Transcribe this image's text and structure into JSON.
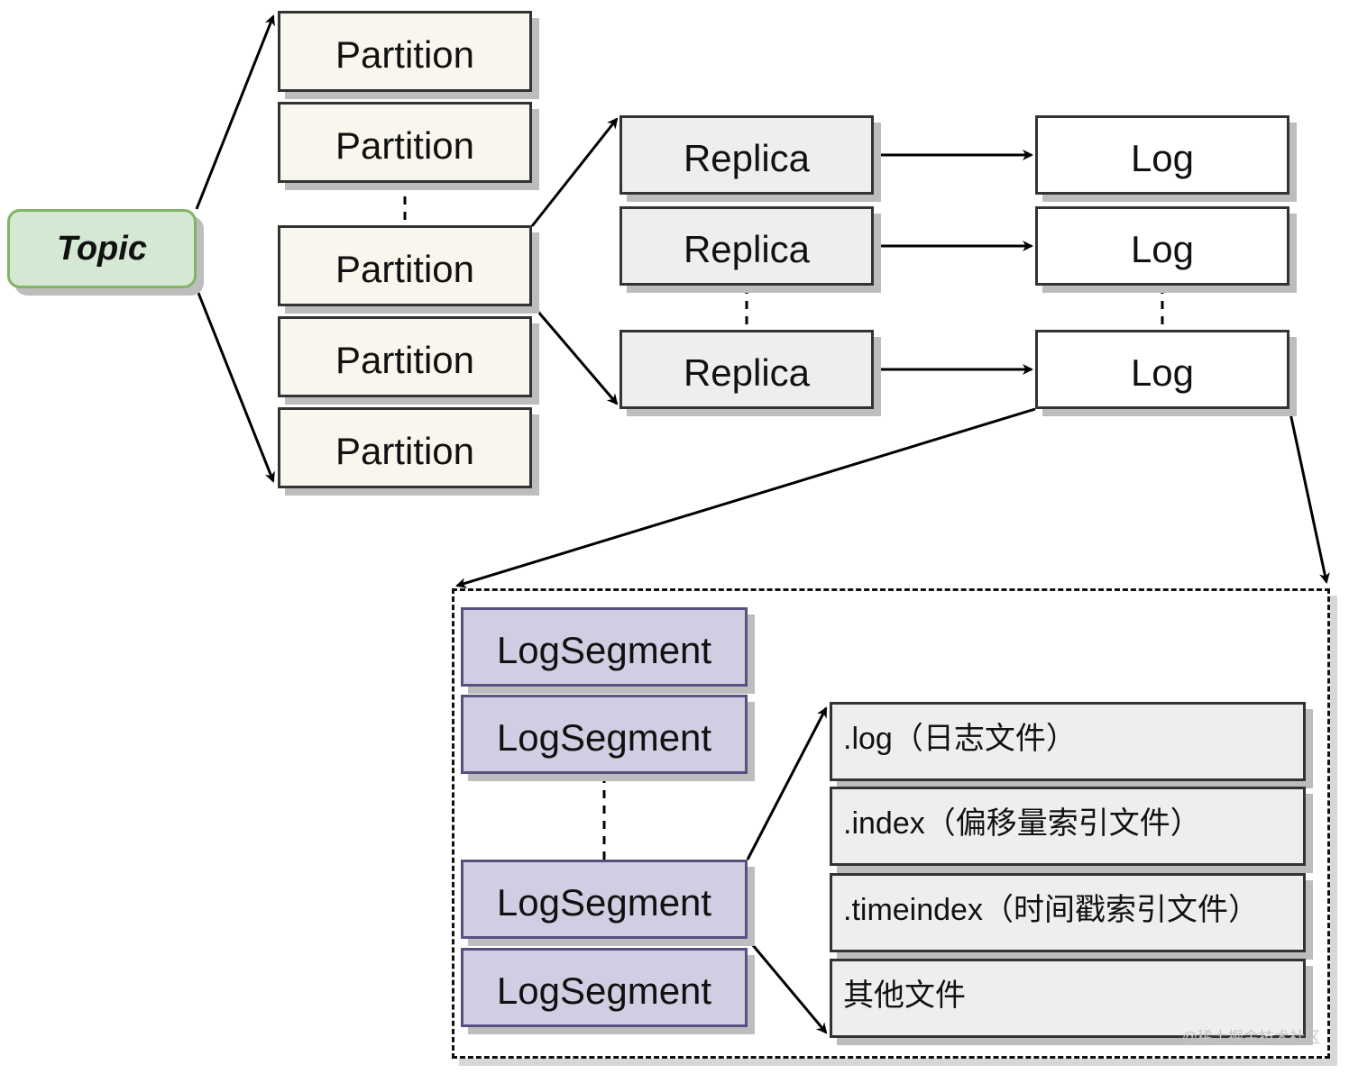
{
  "topic": {
    "label": "Topic"
  },
  "partitions": [
    {
      "label": "Partition"
    },
    {
      "label": "Partition"
    },
    {
      "label": "Partition"
    },
    {
      "label": "Partition"
    },
    {
      "label": "Partition"
    }
  ],
  "replicas": [
    {
      "label": "Replica"
    },
    {
      "label": "Replica"
    },
    {
      "label": "Replica"
    }
  ],
  "logs": [
    {
      "label": "Log"
    },
    {
      "label": "Log"
    },
    {
      "label": "Log"
    }
  ],
  "log_segments": [
    {
      "label": "LogSegment"
    },
    {
      "label": "LogSegment"
    },
    {
      "label": "LogSegment"
    },
    {
      "label": "LogSegment"
    }
  ],
  "segment_files": [
    {
      "label": ".log（日志文件）"
    },
    {
      "label": ".index（偏移量索引文件）"
    },
    {
      "label": ".timeindex（时间戳索引文件）"
    },
    {
      "label": "其他文件"
    }
  ],
  "watermark": {
    "text": "@稀土掘金技术社区"
  },
  "colors": {
    "topic_fill": "#d5e8d4",
    "topic_stroke": "#82b366",
    "partition_fill": "#f9f7ed",
    "replica_fill": "#eeeeee",
    "log_fill": "#ffffff",
    "segment_fill": "#d0cee2",
    "segment_stroke": "#56517e",
    "file_fill": "#eeeeee",
    "edge": "#000000",
    "shadow": "#bdbdbd"
  }
}
